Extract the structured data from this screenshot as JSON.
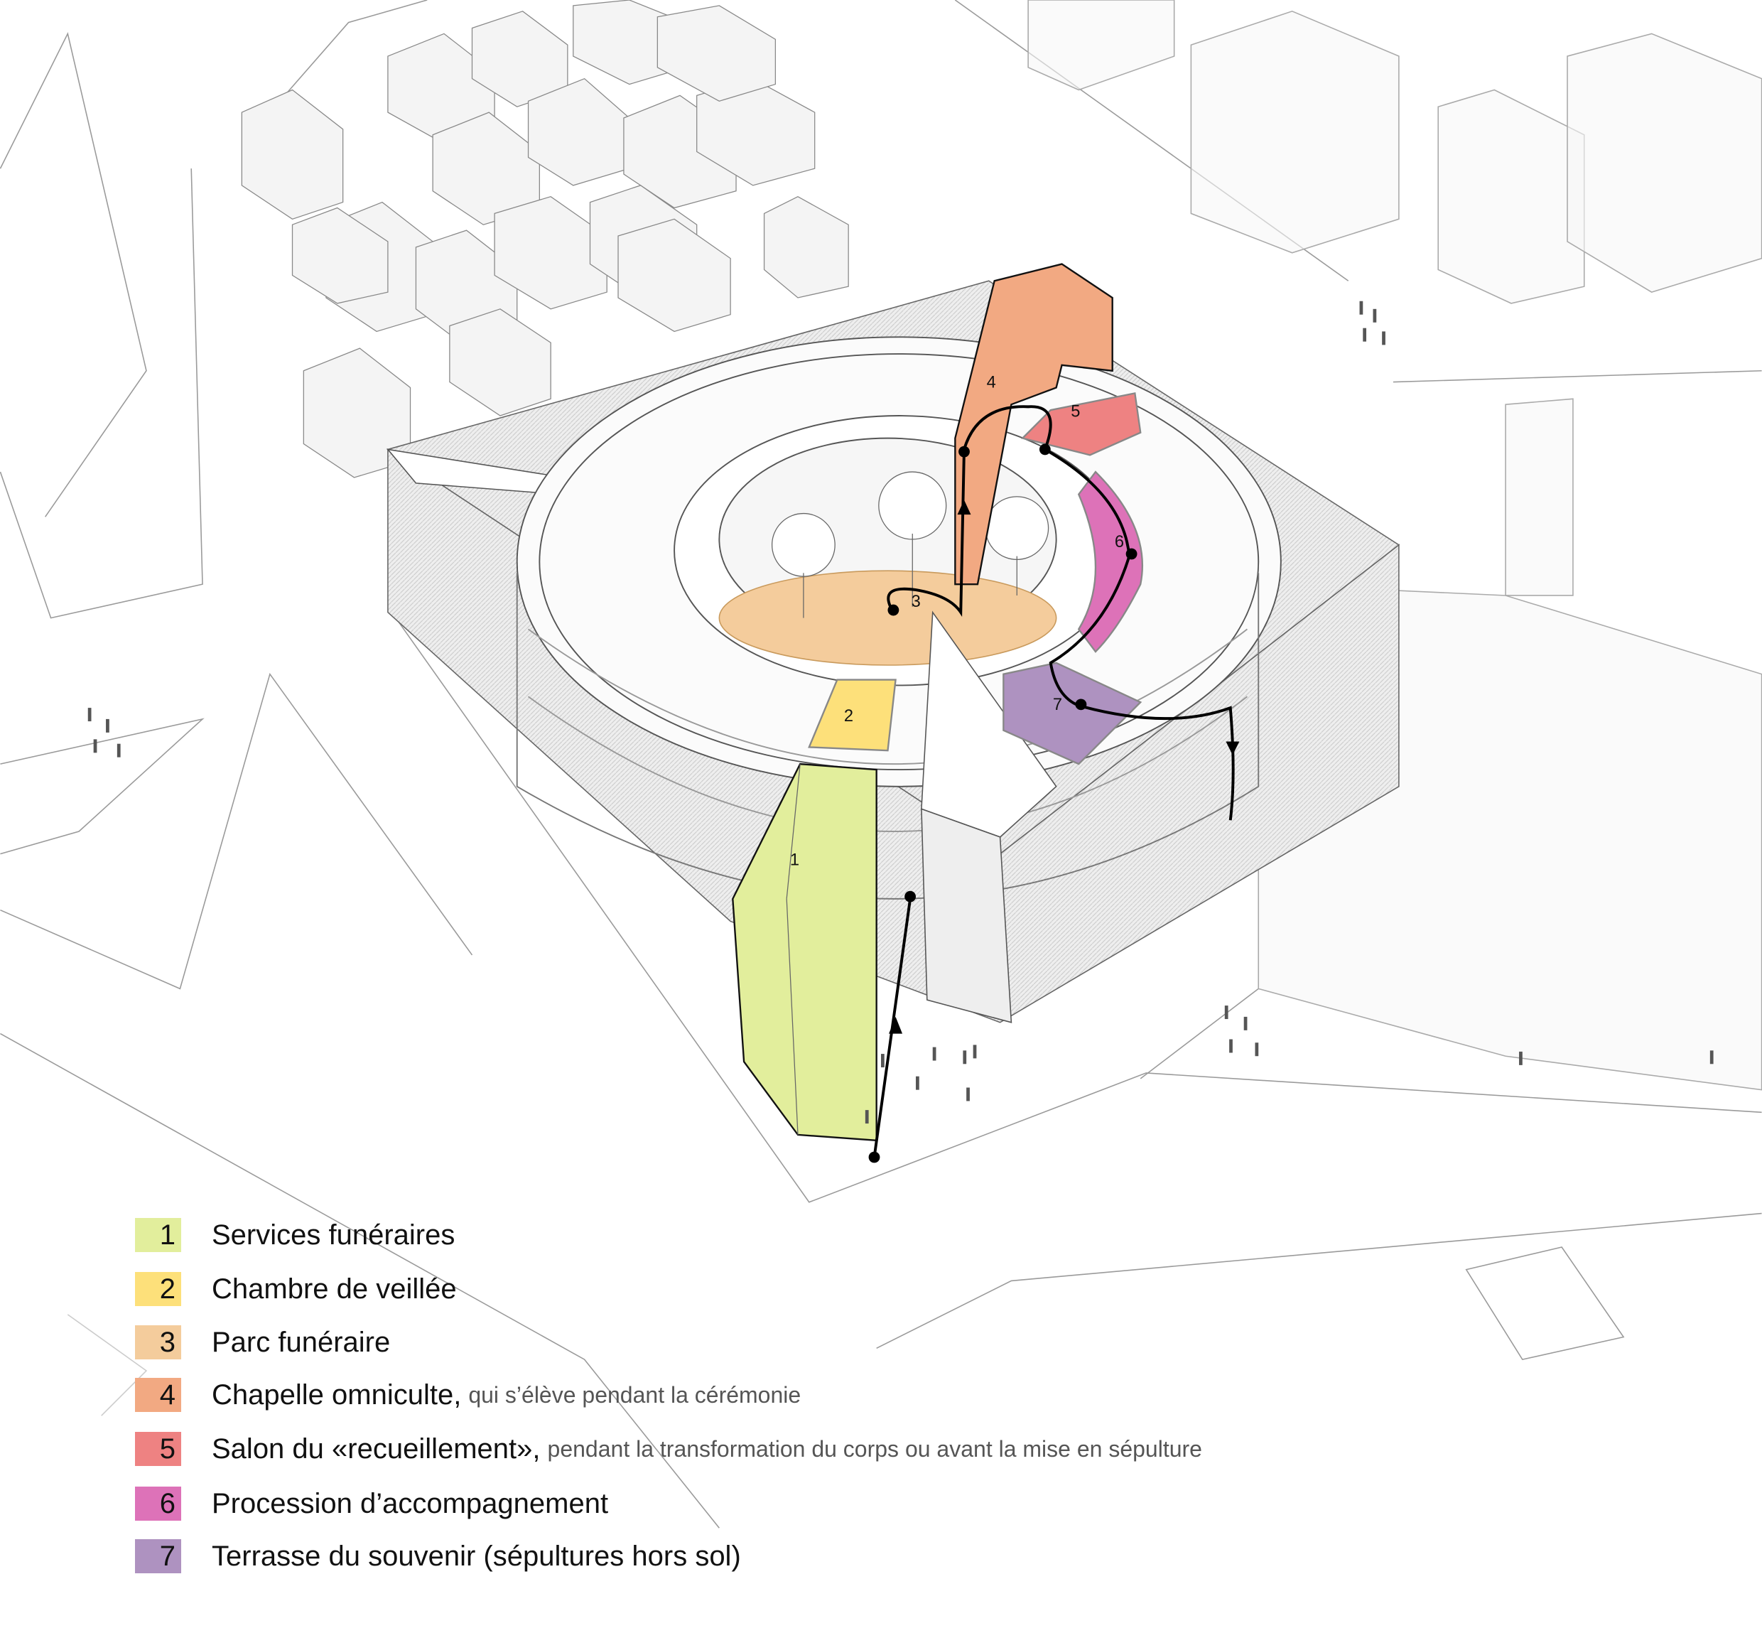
{
  "legend": [
    {
      "num": "1",
      "label": "Services funéraires",
      "note": "",
      "color": "#e2ee9c"
    },
    {
      "num": "2",
      "label": "Chambre de veillée",
      "note": "",
      "color": "#fde07a"
    },
    {
      "num": "3",
      "label": "Parc funéraire",
      "note": "",
      "color": "#f4cc9c"
    },
    {
      "num": "4",
      "label": "Chapelle omniculte,",
      "note": "qui s’élève pendant la cérémonie",
      "color": "#f2a982"
    },
    {
      "num": "5",
      "label": "Salon du «recueillement»,",
      "note": "pendant la transformation du corps ou avant la mise en sépulture",
      "color": "#ee8282"
    },
    {
      "num": "6",
      "label": "Procession d’accompagnement",
      "note": "",
      "color": "#dd72b8"
    },
    {
      "num": "7",
      "label": "Terrasse du souvenir (sépultures hors sol)",
      "note": "",
      "color": "#ae92c0"
    }
  ]
}
